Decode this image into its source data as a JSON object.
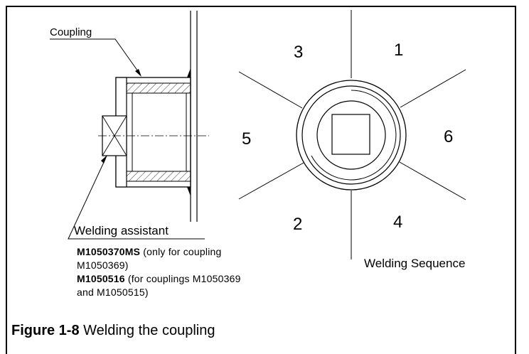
{
  "labels": {
    "coupling": "Coupling",
    "welding_assistant": "Welding assistant",
    "welding_sequence": "Welding Sequence"
  },
  "sequence_numbers": {
    "n1": "1",
    "n2": "2",
    "n3": "3",
    "n4": "4",
    "n5": "5",
    "n6": "6"
  },
  "notes": {
    "line1_code": "M1050370MS",
    "line1_text": " (only for coupling",
    "line2_text": "M1050369)",
    "line3_code": "M1050516",
    "line3_text": " (for couplings M1050369",
    "line4_text": "and M1050515)"
  },
  "caption": {
    "number": "Figure 1-8",
    "text": " Welding the coupling"
  }
}
